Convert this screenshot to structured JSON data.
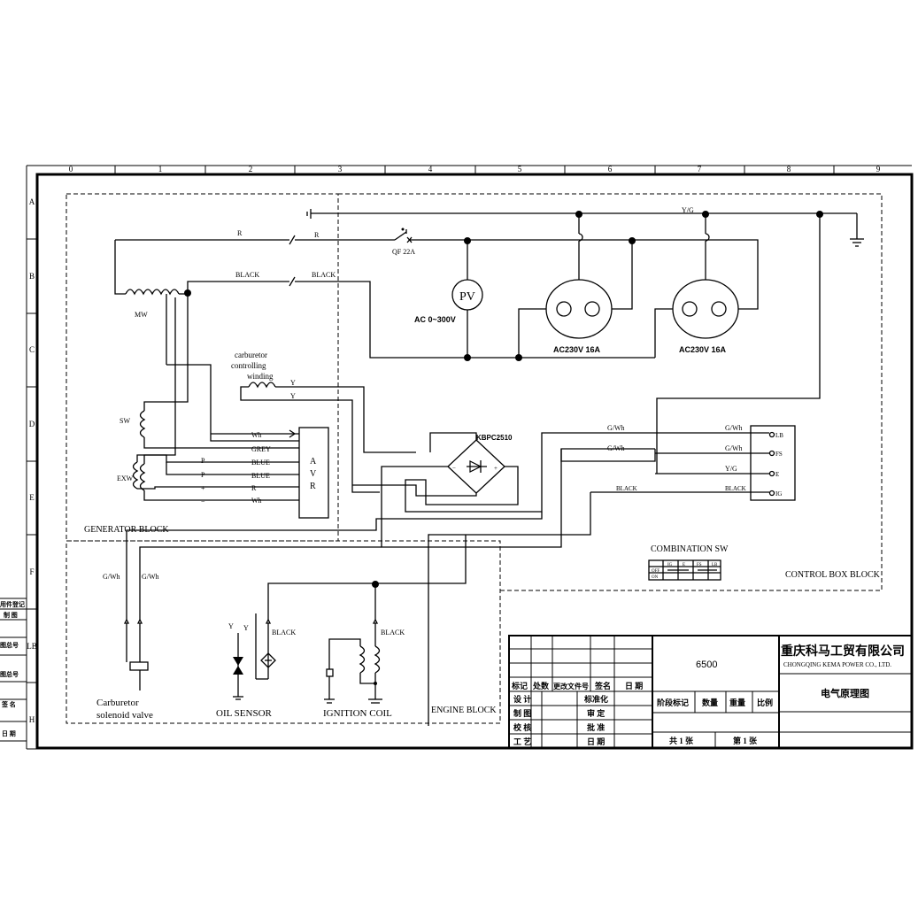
{
  "grid": {
    "columns": [
      "0",
      "1",
      "2",
      "3",
      "4",
      "5",
      "6",
      "7",
      "8",
      "9"
    ],
    "rows": [
      "A",
      "B",
      "C",
      "D",
      "E",
      "F",
      "LB",
      "H"
    ]
  },
  "left_strip": [
    "用件登记",
    "制 图",
    "图总号",
    "图总号",
    "签 名",
    "日 期"
  ],
  "blocks": {
    "generator": "GENERATOR BLOCK",
    "control_box": "CONTROL BOX BLOCK",
    "engine": "ENGINE BLOCK",
    "combination_sw": "COMBINATION SW"
  },
  "labels": {
    "mw": "MW",
    "sw": "SW",
    "exw": "EXW",
    "r1": "R",
    "r2": "R",
    "black1": "BLACK",
    "black2": "BLACK",
    "qf": "QF 22A",
    "pv": "PV",
    "ac_meter": "AC 0~300V",
    "socket1": "AC230V 16A",
    "socket2": "AC230V 16A",
    "yg_top": "Y/G",
    "carb_winding": [
      "carburetor",
      "controlling",
      "winding"
    ],
    "y1": "Y",
    "y2": "Y",
    "avr": [
      "A",
      "V",
      "R"
    ],
    "wh1": "Wh",
    "grey": "GREY",
    "blue1": "BLUE",
    "blue2": "BLUE",
    "r_avr": "R",
    "wh2": "Wh",
    "p1": "P",
    "p2": "P",
    "plus": "+",
    "minus": "−",
    "kbpc": "KBPC2510",
    "gwh_a": "G/Wh",
    "gwh_b": "G/Wh",
    "gwh_c": "G/Wh",
    "gwh_d": "G/Wh",
    "yg_sw": "Y/G",
    "black_sw1": "BLACK",
    "black_sw2": "BLACK",
    "term_lb": "LB",
    "term_fs": "FS",
    "term_e": "E",
    "term_ig": "IG",
    "gwh_left1": "G/Wh",
    "gwh_left2": "G/Wh",
    "y_oil1": "Y",
    "y_oil2": "Y",
    "black_oil": "BLACK",
    "black_ign": "BLACK",
    "carb_valve": [
      "Carburetor",
      "solenoid valve"
    ],
    "oil_sensor": "OIL SENSOR",
    "ignition_coil": "IGNITION COIL",
    "cs_headers": [
      "IG",
      "E",
      "FS",
      "LB"
    ],
    "cs_rows": [
      "OFF",
      "ON"
    ]
  },
  "title_block": {
    "company_cn": "重庆科马工贸有限公司",
    "company_en": "CHONGQING KEMA POWER CO., LTD.",
    "model": "6500",
    "drawing_title": "电气原理图",
    "rev_headers": [
      "标记",
      "处数",
      "更改文件号",
      "签名",
      "日 期"
    ],
    "roles_left": [
      "设 计",
      "制 图",
      "校 核",
      "工 艺"
    ],
    "roles_right": [
      "标准化",
      "审 定",
      "批 准",
      "日 期"
    ],
    "stage_headers": [
      "阶段标记",
      "数量",
      "重量",
      "比例"
    ],
    "sheets_total": "共 1 张",
    "sheet_no": "第 1 张"
  }
}
